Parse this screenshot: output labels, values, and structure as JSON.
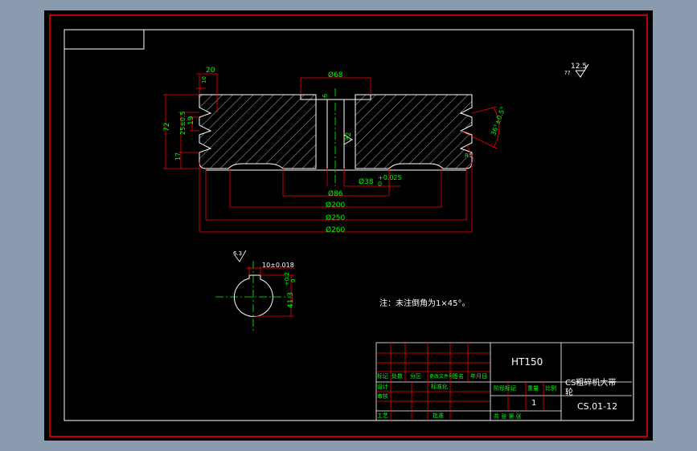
{
  "colors": {
    "background": "#000000",
    "outer_bg": "#8a9bb0",
    "frame": "#ff0000",
    "border": "#ffffff",
    "dimension": "#00ff00",
    "centerline": "#00ff00",
    "hatch": "#ffffff",
    "part": "#ffffff"
  },
  "dimensions": {
    "width_20": "20",
    "gap_10": "10",
    "groove_19": "19",
    "height_72": "72",
    "groove_25": "25±0.5",
    "base_17": "17",
    "hub_d68": "Ø68",
    "offset_6": "6",
    "bore_32": "32",
    "angle_36": "36°±0.5°",
    "bore_d38": "Ø38",
    "bore_tol_upper": "+0.025",
    "bore_tol_lower": "0",
    "d86": "Ø86",
    "d200": "Ø200",
    "d250": "Ø250",
    "d260": "Ø260",
    "small_r": "R1"
  },
  "keyway": {
    "roughness": "6.3",
    "width": "10±0.018",
    "depth": "41.3",
    "depth_tol_upper": "+0.2",
    "depth_tol_lower": "0"
  },
  "roughness_symbol": {
    "value": "12.5",
    "prefix": "??"
  },
  "note": "注：未注倒角为1×45°。",
  "title_block": {
    "material": "HT150",
    "part_name_line1": "CS粗碎机大带",
    "part_name_line2": "轮",
    "drawing_no": "CS.01-12",
    "quantity": "1",
    "cells": [
      "标记",
      "处数",
      "分区",
      "更改文件号",
      "签名",
      "年月日",
      "设计",
      "标准化",
      "审核",
      "工艺",
      "批准",
      "阶段标记",
      "重量",
      "比例",
      "共 张 第 张"
    ]
  }
}
